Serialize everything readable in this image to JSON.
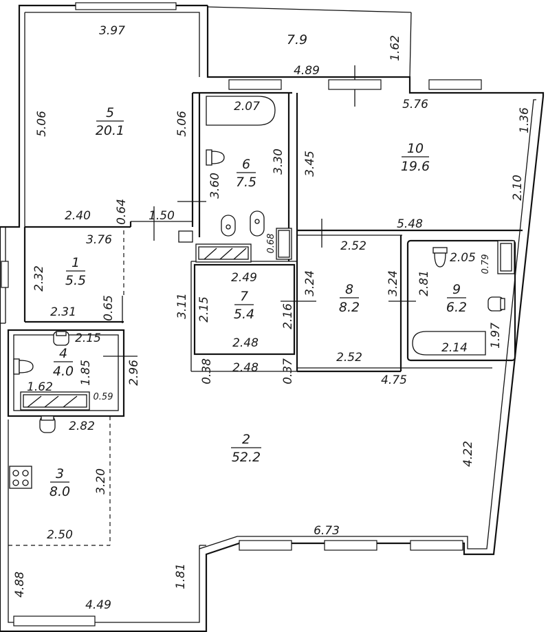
{
  "rooms": [
    {
      "id": "r1",
      "number": "1",
      "area": "5.5"
    },
    {
      "id": "r2",
      "number": "2",
      "area": "52.2"
    },
    {
      "id": "r3",
      "number": "3",
      "area": "8.0"
    },
    {
      "id": "r4",
      "number": "4",
      "area": "4.0"
    },
    {
      "id": "r5",
      "number": "5",
      "area": "20.1"
    },
    {
      "id": "r6",
      "number": "6",
      "area": "7.5"
    },
    {
      "id": "r7",
      "number": "7",
      "area": "5.4"
    },
    {
      "id": "r8",
      "number": "8",
      "area": "8.2"
    },
    {
      "id": "r9",
      "number": "9",
      "area": "6.2"
    },
    {
      "id": "r10",
      "number": "10",
      "area": "19.6"
    },
    {
      "id": "balcony",
      "number": "",
      "area": "7.9"
    }
  ],
  "dimensions": {
    "d_3_97": "3.97",
    "d_5_06_left": "5.06",
    "d_5_06_right": "5.06",
    "d_2_40": "2.40",
    "d_0_64": "0.64",
    "d_1_50": "1.50",
    "d_3_76": "3.76",
    "d_2_32": "2.32",
    "d_2_31": "2.31",
    "d_0_65": "0.65",
    "d_2_15_room4": "2.15",
    "d_1_85": "1.85",
    "d_2_96": "2.96",
    "d_1_62": "1.62",
    "d_0_59": "0.59",
    "d_2_82": "2.82",
    "d_3_20": "3.20",
    "d_2_50": "2.50",
    "d_4_88": "4.88",
    "d_4_49": "4.49",
    "d_1_81": "1.81",
    "d_6_73": "6.73",
    "d_4_22": "4.22",
    "d_4_75": "4.75",
    "d_7_9_len": "1.62",
    "d_4_89": "4.89",
    "d_2_07": "2.07",
    "d_3_30": "3.30",
    "d_3_60": "3.60",
    "d_0_68": "0.68",
    "d_2_49": "2.49",
    "d_3_11": "3.11",
    "d_2_15_room7": "2.15",
    "d_2_16": "2.16",
    "d_2_48_a": "2.48",
    "d_2_48_b": "2.48",
    "d_0_38": "0.38",
    "d_0_37": "0.37",
    "d_3_45": "3.45",
    "d_5_76": "5.76",
    "d_1_36": "1.36",
    "d_2_10": "2.10",
    "d_5_48": "5.48",
    "d_2_52_top": "2.52",
    "d_3_24_left": "3.24",
    "d_3_24_right": "3.24",
    "d_2_52_bottom": "2.52",
    "d_2_81": "2.81",
    "d_2_05": "2.05",
    "d_0_79": "0.79",
    "d_1_97": "1.97",
    "d_2_14": "2.14"
  },
  "fixtures": {
    "bathtub": "bathtub-icon",
    "toilet": "toilet-icon",
    "sink": "sink-icon",
    "washer": "washing-machine-icon",
    "stove": "stove-icon",
    "window": "window-icon"
  }
}
